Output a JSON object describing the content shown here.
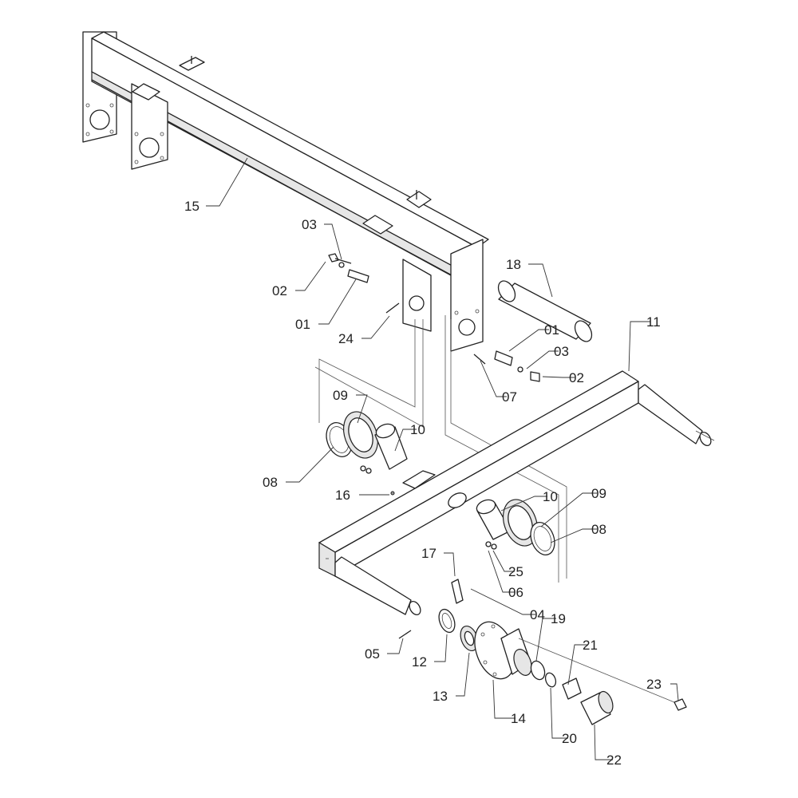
{
  "diagram": {
    "type": "exploded-parts-diagram",
    "labels": [
      {
        "id": "15",
        "text": "15"
      },
      {
        "id": "03a",
        "text": "03"
      },
      {
        "id": "02a",
        "text": "02"
      },
      {
        "id": "01a",
        "text": "01"
      },
      {
        "id": "24",
        "text": "24"
      },
      {
        "id": "18",
        "text": "18"
      },
      {
        "id": "01b",
        "text": "01"
      },
      {
        "id": "03b",
        "text": "03"
      },
      {
        "id": "02b",
        "text": "02"
      },
      {
        "id": "07",
        "text": "07"
      },
      {
        "id": "11",
        "text": "11"
      },
      {
        "id": "09a",
        "text": "09"
      },
      {
        "id": "10a",
        "text": "10"
      },
      {
        "id": "08a",
        "text": "08"
      },
      {
        "id": "16",
        "text": "16"
      },
      {
        "id": "10b",
        "text": "10"
      },
      {
        "id": "09b",
        "text": "09"
      },
      {
        "id": "08b",
        "text": "08"
      },
      {
        "id": "25",
        "text": "25"
      },
      {
        "id": "06",
        "text": "06"
      },
      {
        "id": "17",
        "text": "17"
      },
      {
        "id": "04",
        "text": "04"
      },
      {
        "id": "19",
        "text": "19"
      },
      {
        "id": "21",
        "text": "21"
      },
      {
        "id": "05",
        "text": "05"
      },
      {
        "id": "12",
        "text": "12"
      },
      {
        "id": "13",
        "text": "13"
      },
      {
        "id": "14",
        "text": "14"
      },
      {
        "id": "20",
        "text": "20"
      },
      {
        "id": "22",
        "text": "22"
      },
      {
        "id": "23",
        "text": "23"
      }
    ]
  }
}
